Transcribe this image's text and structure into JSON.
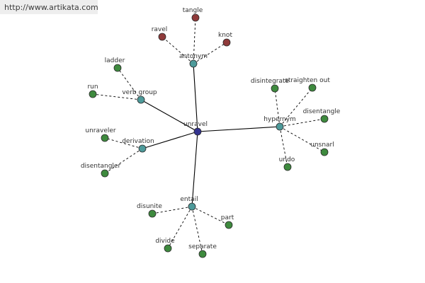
{
  "watermark": {
    "url": "http://www.artikata.com"
  },
  "colors": {
    "center": "#33338f",
    "relation": "#4d9a9a",
    "leaf": "#3e8a3e",
    "antonym_leaf": "#8f3a3a",
    "edge": "#000000"
  },
  "graph": {
    "center": {
      "id": "unravel",
      "label": "unravel"
    },
    "relations": [
      {
        "id": "antonym",
        "label": "antonym",
        "leaves": [
          {
            "label": "tangle",
            "kind": "antonym"
          },
          {
            "label": "ravel",
            "kind": "antonym"
          },
          {
            "label": "knot",
            "kind": "antonym"
          }
        ]
      },
      {
        "id": "verb-group",
        "label": "verb group",
        "leaves": [
          {
            "label": "ladder",
            "kind": "leaf"
          },
          {
            "label": "run",
            "kind": "leaf"
          }
        ]
      },
      {
        "id": "derivation",
        "label": "derivation",
        "leaves": [
          {
            "label": "unraveler",
            "kind": "leaf"
          },
          {
            "label": "disentangler",
            "kind": "leaf"
          }
        ]
      },
      {
        "id": "hypernym",
        "label": "hypernym",
        "leaves": [
          {
            "label": "disintegrate",
            "kind": "leaf"
          },
          {
            "label": "straighten out",
            "kind": "leaf"
          },
          {
            "label": "disentangle",
            "kind": "leaf"
          },
          {
            "label": "unsnarl",
            "kind": "leaf"
          },
          {
            "label": "undo",
            "kind": "leaf"
          }
        ]
      },
      {
        "id": "entail",
        "label": "entail",
        "leaves": [
          {
            "label": "disunite",
            "kind": "leaf"
          },
          {
            "label": "part",
            "kind": "leaf"
          },
          {
            "label": "divide",
            "kind": "leaf"
          },
          {
            "label": "separate",
            "kind": "leaf"
          }
        ]
      }
    ]
  }
}
